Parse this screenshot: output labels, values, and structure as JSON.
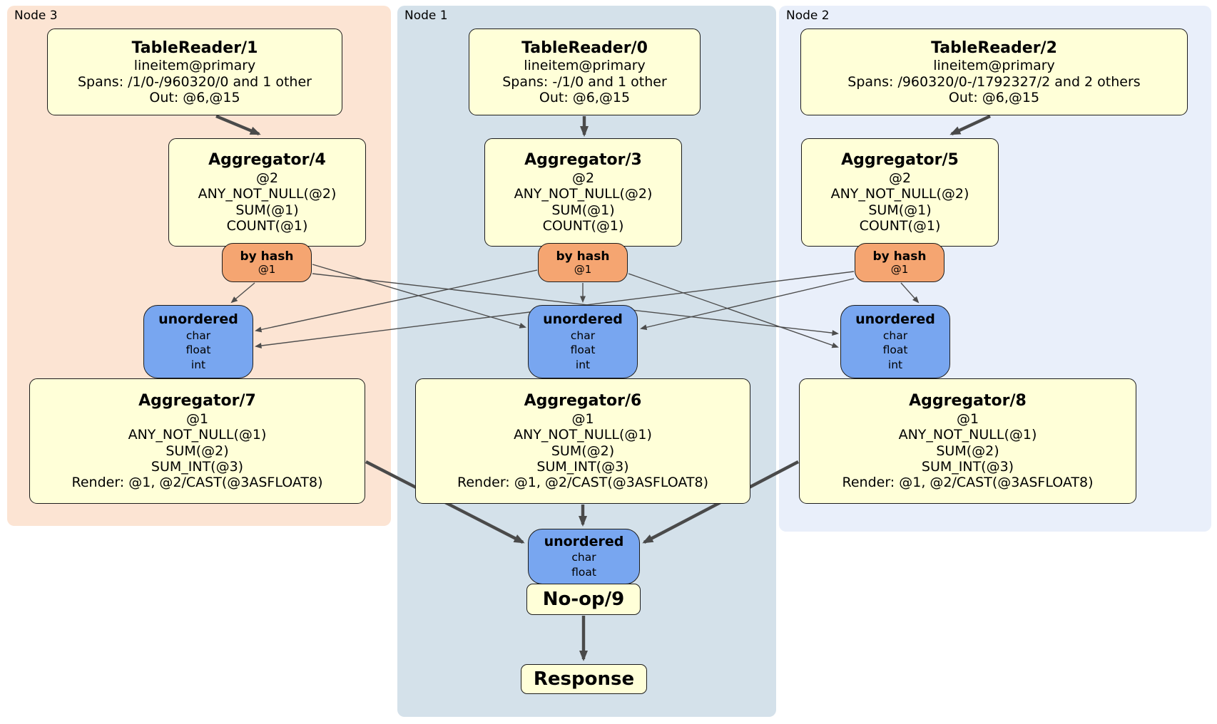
{
  "panels": {
    "node3": {
      "label": "Node 3"
    },
    "node1": {
      "label": "Node 1"
    },
    "node2": {
      "label": "Node 2"
    }
  },
  "processors": {
    "tablereader1": {
      "title": "TableReader/1",
      "lines": [
        "lineitem@primary",
        "Spans: /1/0-/960320/0 and 1 other",
        "Out: @6,@15"
      ]
    },
    "tablereader0": {
      "title": "TableReader/0",
      "lines": [
        "lineitem@primary",
        "Spans: -/1/0 and 1 other",
        "Out: @6,@15"
      ]
    },
    "tablereader2": {
      "title": "TableReader/2",
      "lines": [
        "lineitem@primary",
        "Spans: /960320/0-/1792327/2 and 2 others",
        "Out: @6,@15"
      ]
    },
    "aggregator4": {
      "title": "Aggregator/4",
      "lines": [
        "@2",
        "ANY_NOT_NULL(@2)",
        "SUM(@1)",
        "COUNT(@1)"
      ]
    },
    "aggregator3": {
      "title": "Aggregator/3",
      "lines": [
        "@2",
        "ANY_NOT_NULL(@2)",
        "SUM(@1)",
        "COUNT(@1)"
      ]
    },
    "aggregator5": {
      "title": "Aggregator/5",
      "lines": [
        "@2",
        "ANY_NOT_NULL(@2)",
        "SUM(@1)",
        "COUNT(@1)"
      ]
    },
    "aggregator7": {
      "title": "Aggregator/7",
      "lines": [
        "@1",
        "ANY_NOT_NULL(@1)",
        "SUM(@2)",
        "SUM_INT(@3)",
        "Render: @1, @2/CAST(@3ASFLOAT8)"
      ]
    },
    "aggregator6": {
      "title": "Aggregator/6",
      "lines": [
        "@1",
        "ANY_NOT_NULL(@1)",
        "SUM(@2)",
        "SUM_INT(@3)",
        "Render: @1, @2/CAST(@3ASFLOAT8)"
      ]
    },
    "aggregator8": {
      "title": "Aggregator/8",
      "lines": [
        "@1",
        "ANY_NOT_NULL(@1)",
        "SUM(@2)",
        "SUM_INT(@3)",
        "Render: @1, @2/CAST(@3ASFLOAT8)"
      ]
    },
    "noop9": {
      "title": "No-op/9"
    },
    "response": {
      "title": "Response"
    }
  },
  "routers": {
    "byhash_node3": {
      "title": "by hash",
      "lines": [
        "@1"
      ]
    },
    "byhash_node1": {
      "title": "by hash",
      "lines": [
        "@1"
      ]
    },
    "byhash_node2": {
      "title": "by hash",
      "lines": [
        "@1"
      ]
    }
  },
  "syncs": {
    "unordered_node3": {
      "title": "unordered",
      "lines": [
        "char",
        "float",
        "int"
      ]
    },
    "unordered_node1": {
      "title": "unordered",
      "lines": [
        "char",
        "float",
        "int"
      ]
    },
    "unordered_node2": {
      "title": "unordered",
      "lines": [
        "char",
        "float",
        "int"
      ]
    },
    "unordered_final": {
      "title": "unordered",
      "lines": [
        "char",
        "float"
      ]
    }
  },
  "colors": {
    "node3_bg": "#fce4d3",
    "node1_bg": "#d4e1ea",
    "node2_bg": "#e9effa",
    "processor_bg": "#ffffd8",
    "router_bg": "#f5a571",
    "sync_bg": "#78a6f0",
    "edge": "#4a4a4a"
  },
  "edges": [
    {
      "from": "TableReader/1",
      "to": "Aggregator/4"
    },
    {
      "from": "TableReader/0",
      "to": "Aggregator/3"
    },
    {
      "from": "TableReader/2",
      "to": "Aggregator/5"
    },
    {
      "from": "by hash (Node 3)",
      "to": "unordered (Node 3)"
    },
    {
      "from": "by hash (Node 3)",
      "to": "unordered (Node 1)"
    },
    {
      "from": "by hash (Node 3)",
      "to": "unordered (Node 2)"
    },
    {
      "from": "by hash (Node 1)",
      "to": "unordered (Node 3)"
    },
    {
      "from": "by hash (Node 1)",
      "to": "unordered (Node 1)"
    },
    {
      "from": "by hash (Node 1)",
      "to": "unordered (Node 2)"
    },
    {
      "from": "by hash (Node 2)",
      "to": "unordered (Node 3)"
    },
    {
      "from": "by hash (Node 2)",
      "to": "unordered (Node 1)"
    },
    {
      "from": "by hash (Node 2)",
      "to": "unordered (Node 2)"
    },
    {
      "from": "Aggregator/7",
      "to": "unordered (final)"
    },
    {
      "from": "Aggregator/6",
      "to": "unordered (final)"
    },
    {
      "from": "Aggregator/8",
      "to": "unordered (final)"
    },
    {
      "from": "No-op/9",
      "to": "Response"
    }
  ]
}
